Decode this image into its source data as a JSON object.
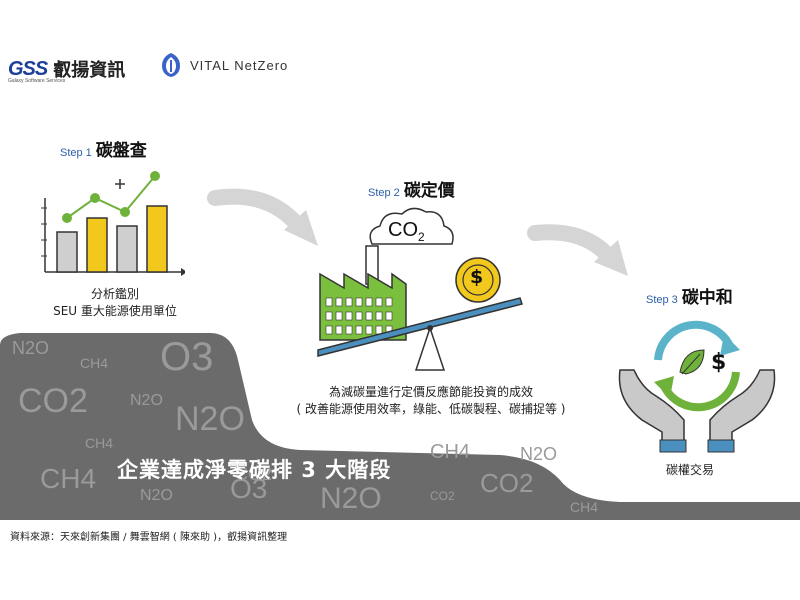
{
  "header": {
    "gss_logo": "GSS",
    "gss_logo_sub": "Galaxy Software Services",
    "gss_name": "叡揚資訊",
    "vital_name": "VITAL NetZero",
    "colors": {
      "gss_blue": "#1b3f9a",
      "vital_blue": "#3a62c9"
    }
  },
  "steps": [
    {
      "label": "Step 1",
      "title": "碳盤查",
      "caption_lines": [
        "分析鑑別",
        "SEU 重大能源使用單位"
      ]
    },
    {
      "label": "Step 2",
      "title": "碳定價",
      "co2_text": "CO",
      "co2_sub": "2",
      "dollar": "$",
      "caption_lines": [
        "為減碳量進行定價反應節能投資的成效",
        "( 改善能源使用效率，綠能、低碳製程、碳捕捉等 )"
      ]
    },
    {
      "label": "Step 3",
      "title": "碳中和",
      "dollar": "$",
      "caption_lines": [
        "碳權交易"
      ]
    }
  ],
  "banner": {
    "title": "企業達成淨零碳排 3 大階段",
    "bg_color": "#6b6b6b"
  },
  "molecules": [
    "N2O",
    "CH4",
    "O3",
    "CO2",
    "N2O",
    "N2O",
    "CH4",
    "CH4",
    "N2O",
    "O3",
    "N2O",
    "CO2",
    "CH4",
    "N2O",
    "CO2",
    "CO2",
    "CH4"
  ],
  "source": "資料來源：天來創新集團 / 舞雲智網 ( 陳來助 )，叡揚資訊整理",
  "colors": {
    "bar_yellow": "#f2c81c",
    "bar_gray": "#cfcfcf",
    "line_green": "#6fb23b",
    "factory_green": "#7bbf3e",
    "seesaw_blue": "#4b8fbf",
    "arrow_gray": "#cfcfcf"
  }
}
